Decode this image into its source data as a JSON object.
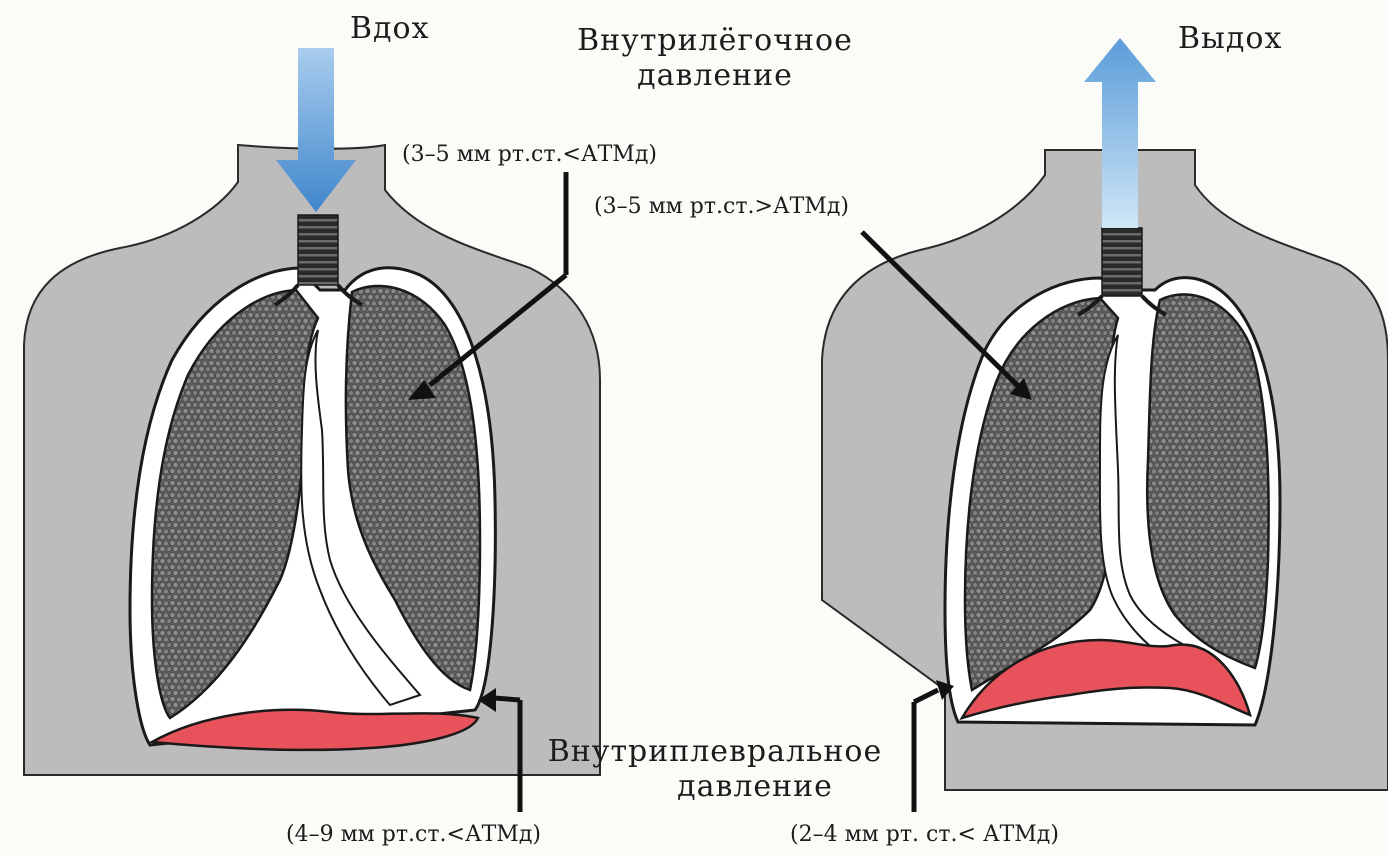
{
  "labels": {
    "inhale": "Вдох",
    "exhale": "Выдох",
    "intrapulmonary_line1": "Внутрилёгочное",
    "intrapulmonary_line2": "давление",
    "inhale_intrapulmonary_value": "(3–5 мм рт.ст.<АТМд)",
    "exhale_intrapulmonary_value": "(3–5 мм рт.ст.>АТМд)",
    "intrapleural_line1": "Внутриплевральное",
    "intrapleural_line2": "давление",
    "inhale_intrapleural_value": "(4–9 мм рт.ст.<АТМд)",
    "exhale_intrapleural_value": "(2–4 мм рт. ст.< АТМд)"
  },
  "colors": {
    "background": "#fbfbf8",
    "body": "#bcbcbc",
    "lung": "#6d6d6d",
    "pleura": "#ffffff",
    "diaphragm": "#e8525a",
    "inhale_arrow": "#5f9ed6",
    "exhale_arrow": "#7fb8e4",
    "outline": "#1a1a1a"
  }
}
